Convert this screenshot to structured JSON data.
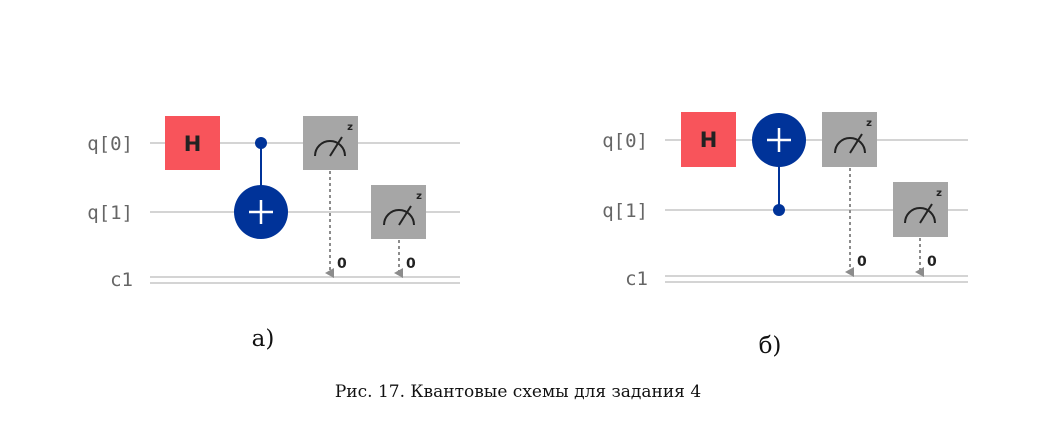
{
  "figure": {
    "caption": "Рис. 17. Квантовые схемы для задания 4",
    "colors": {
      "h_gate": "#f8545b",
      "cnot": "#003399",
      "measure": "#a6a6a6",
      "wire": "#d4d4d4",
      "wire_label": "#666666",
      "arrow": "#8c8c8c"
    },
    "circuits": [
      {
        "sublabel": "а)",
        "wires": [
          "q[0]",
          "q[1]",
          "c1"
        ],
        "gates": [
          {
            "type": "H",
            "label": "H",
            "qubit": 0
          },
          {
            "type": "CNOT",
            "control": 0,
            "target": 1
          },
          {
            "type": "measure",
            "qubit": 0,
            "cbit_label": "0",
            "basis_label": "z"
          },
          {
            "type": "measure",
            "qubit": 1,
            "cbit_label": "0",
            "basis_label": "z"
          }
        ]
      },
      {
        "sublabel": "б)",
        "wires": [
          "q[0]",
          "q[1]",
          "c1"
        ],
        "gates": [
          {
            "type": "H",
            "label": "H",
            "qubit": 0
          },
          {
            "type": "CNOT",
            "control": 1,
            "target": 0
          },
          {
            "type": "measure",
            "qubit": 0,
            "cbit_label": "0",
            "basis_label": "z"
          },
          {
            "type": "measure",
            "qubit": 1,
            "cbit_label": "0",
            "basis_label": "z"
          }
        ]
      }
    ]
  }
}
